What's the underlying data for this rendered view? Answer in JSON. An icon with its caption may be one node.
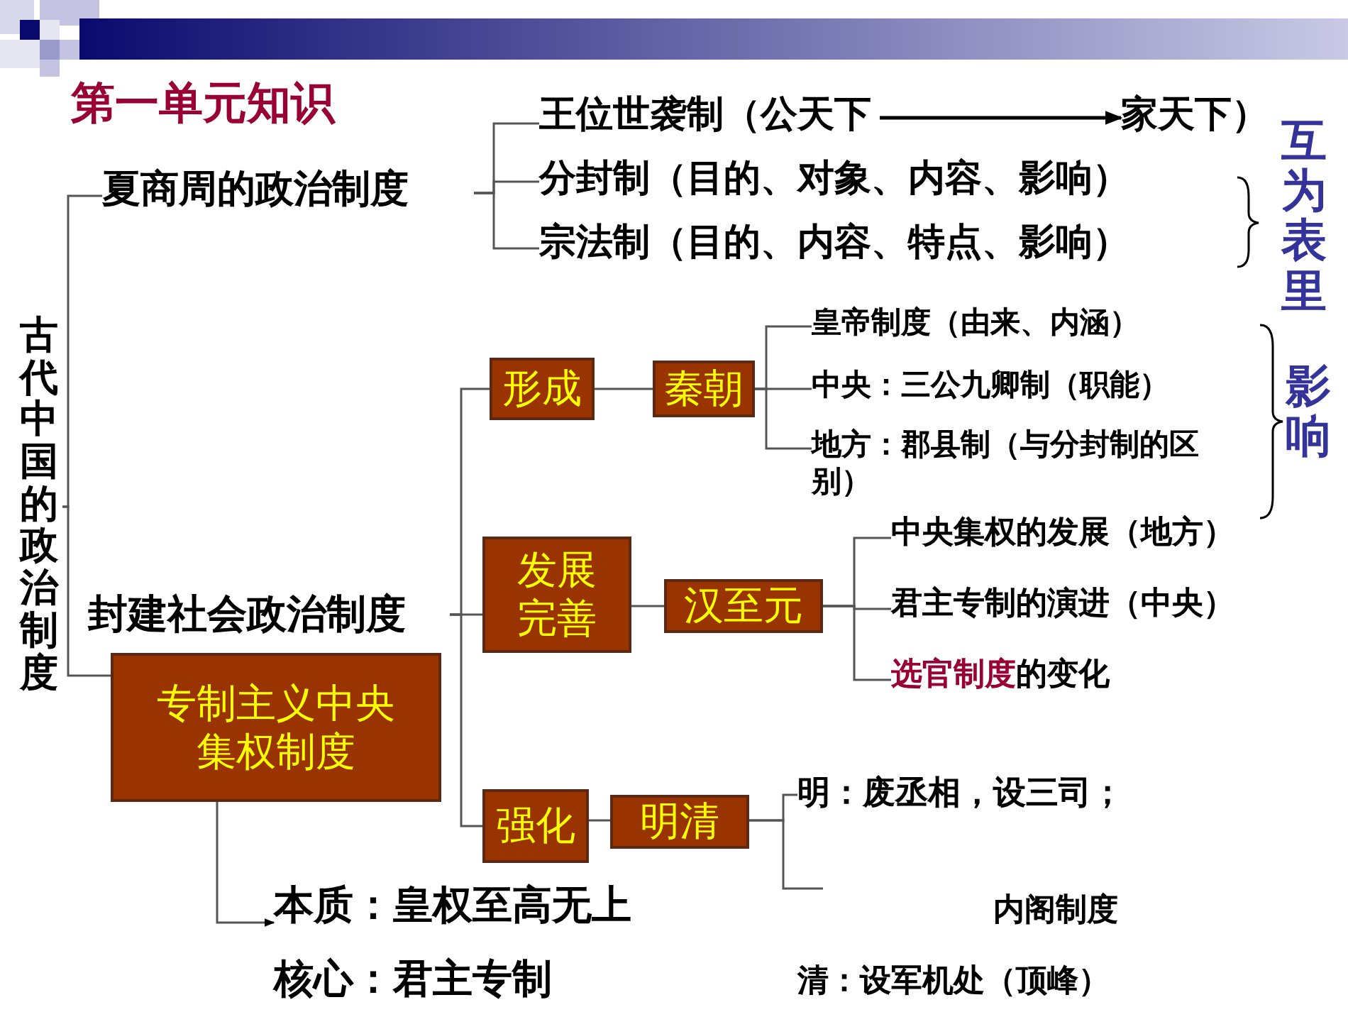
{
  "diagram": {
    "title": "第一单元知识",
    "nodes": [
      {
        "text": [
          "古代中国的政治制度"
        ]
      },
      {
        "text": [
          "夏商周的政治制度"
        ]
      },
      {
        "text": [
          "王位世袭制（公天下"
        ]
      },
      {
        "text": [
          "家天下）"
        ]
      },
      {
        "text": [
          "分封制（目的、对象、内容、影响）"
        ]
      },
      {
        "text": [
          "宗法制（目的、内容、特点、影响）"
        ]
      },
      {
        "text": [
          "封建社会政治制度"
        ]
      },
      {
        "text": [
          "专制主义中央集权制度"
        ]
      },
      {
        "text": [
          "形成"
        ]
      },
      {
        "text": [
          "秦朝"
        ]
      },
      {
        "text": [
          "皇帝制度（由来、内涵）"
        ]
      },
      {
        "text": [
          "中央：三公九卿制（职能）"
        ]
      },
      {
        "text": [
          "地方：郡县制（与分封制的区别）"
        ]
      },
      {
        "text": [
          "发展完善"
        ]
      },
      {
        "text": [
          "汉至元"
        ]
      },
      {
        "text": [
          "中央集权的发展（地方）"
        ]
      },
      {
        "text": [
          "君主专制的演进（中央）"
        ]
      },
      {
        "text": [
          "选官制度",
          "的变化"
        ]
      },
      {
        "text": [
          "强化"
        ]
      },
      {
        "text": [
          "明清"
        ]
      },
      {
        "text": [
          "明：废丞相，设三司；"
        ]
      },
      {
        "text": [
          "本质：皇权至高无上"
        ]
      }
    ],
    "edges": [
      {
        "from": 0,
        "to": 1,
        "arrow": "none"
      },
      {
        "from": 0,
        "to": 7,
        "arrow": "none"
      },
      {
        "from": 1,
        "to": 2,
        "arrow": "none"
      },
      {
        "from": 1,
        "to": 4,
        "arrow": "none"
      },
      {
        "from": 1,
        "to": 5,
        "arrow": "none"
      },
      {
        "from": 2,
        "to": 3,
        "arrow": "to"
      },
      {
        "from": 6,
        "to": 8,
        "arrow": "none"
      },
      {
        "from": 6,
        "to": 13,
        "arrow": "none"
      },
      {
        "from": 6,
        "to": 18,
        "arrow": "none"
      },
      {
        "from": 8,
        "to": 9,
        "arrow": "none"
      },
      {
        "from": 9,
        "to": 10,
        "arrow": "none"
      },
      {
        "from": 9,
        "to": 11,
        "arrow": "none"
      },
      {
        "from": 9,
        "to": 12,
        "arrow": "none"
      },
      {
        "from": 13,
        "to": 14,
        "arrow": "none"
      },
      {
        "from": 14,
        "to": 15,
        "arrow": "none"
      },
      {
        "from": 14,
        "to": 16,
        "arrow": "none"
      },
      {
        "from": 14,
        "to": 17,
        "arrow": "none"
      },
      {
        "from": 18,
        "to": 19,
        "arrow": "none"
      },
      {
        "from": 19,
        "to": 20,
        "arrow": "none"
      },
      {
        "from": 19,
        "to": null,
        "arrow": "none"
      },
      {
        "from": 7,
        "to": 21,
        "arrow": "to"
      }
    ],
    "labels": [
      "互为表里",
      "影响",
      "内阁制度",
      "清：设军机处（顶峰）",
      "核心：君主专制"
    ]
  }
}
